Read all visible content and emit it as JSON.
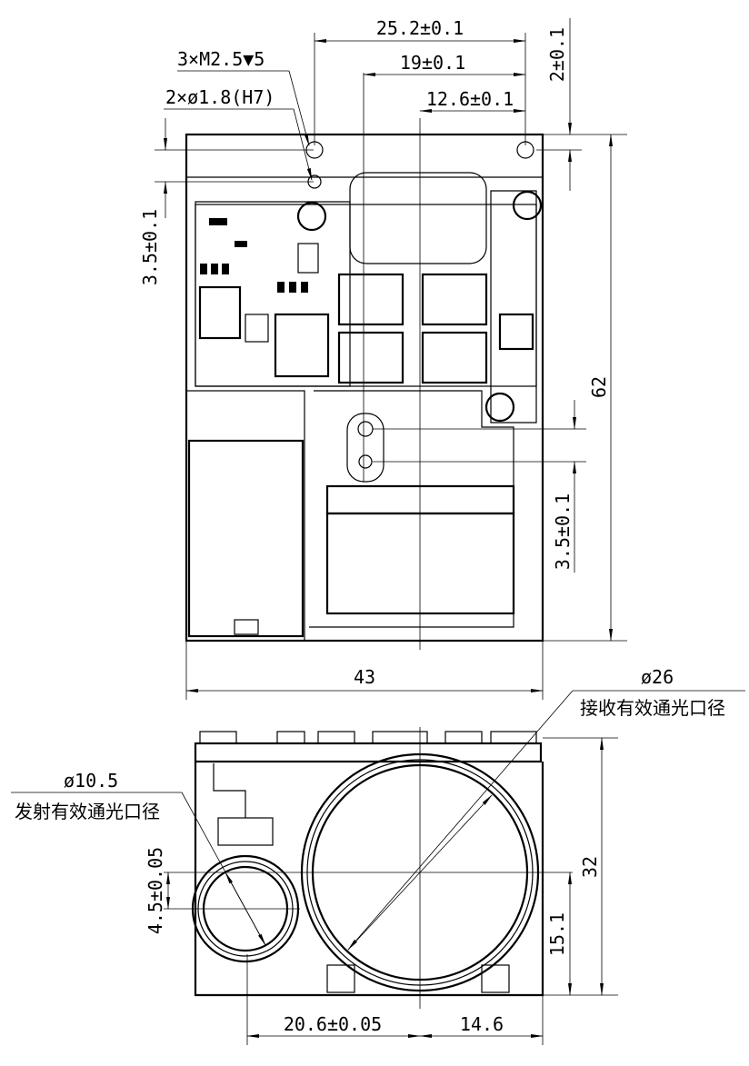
{
  "top_view": {
    "dims": {
      "width_total": "25.2±0.1",
      "width_mid": "19±0.1",
      "width_inner": "12.6±0.1",
      "top_offset": "2±0.1",
      "left_offset": "3.5±0.1",
      "right_offset": "3.5±0.1",
      "height": "62",
      "width": "43"
    },
    "callouts": {
      "threaded_holes": "3×M2.5▼5",
      "pin_holes": "2×ø1.8(H7)"
    }
  },
  "front_view": {
    "dims": {
      "height": "32",
      "rx_center_height": "15.1",
      "tx_center_height": "4.5±0.05",
      "tx_rx_spacing": "20.6±0.05",
      "rx_to_edge": "14.6"
    },
    "callouts": {
      "rx_diameter": "ø26",
      "rx_label": "接收有效通光口径",
      "tx_diameter": "ø10.5",
      "tx_label": "发射有效通光口径"
    }
  }
}
